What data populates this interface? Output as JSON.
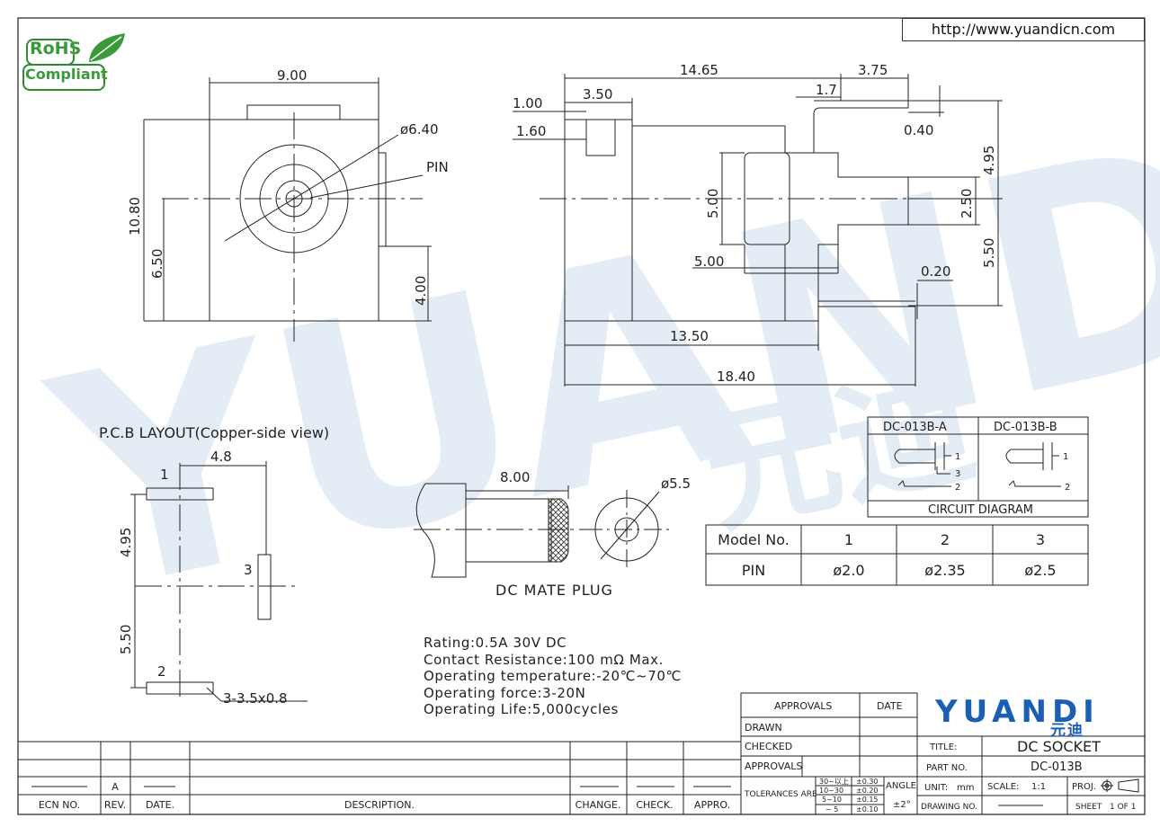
{
  "website": "http://www.yuandicn.com",
  "rohs": {
    "line1": "RoHS",
    "line2": "Compliant"
  },
  "watermark": {
    "text": "YUANDI",
    "cn": "元迪"
  },
  "front_view": {
    "dim_width": "9.00",
    "dim_height": "10.80",
    "dim_center_h": "6.50",
    "dim_side": "4.00",
    "dim_diameter": "ø6.40",
    "pin_label": "PIN"
  },
  "side_view": {
    "dim_length": "14.65",
    "dim_tail": "3.75",
    "dim_1_00": "1.00",
    "dim_3_50": "3.50",
    "dim_1_60": "1.60",
    "dim_1_7": "1.7",
    "dim_0_40": "0.40",
    "dim_4_95": "4.95",
    "dim_5_00_v": "5.00",
    "dim_2_50": "2.50",
    "dim_5_50": "5.50",
    "dim_5_00_h": "5.00",
    "dim_0_20": "0.20",
    "dim_13_50": "13.50",
    "dim_18_40": "18.40"
  },
  "pcb_layout": {
    "title": "P.C.B LAYOUT(Copper-side view)",
    "dim_4_8": "4.8",
    "dim_4_95": "4.95",
    "dim_5_50": "5.50",
    "pad1": "1",
    "pad2": "2",
    "pad3": "3",
    "hole_note": "3-3.5x0.8"
  },
  "mate_plug": {
    "title": "DC MATE PLUG",
    "dim_length": "8.00",
    "dim_diameter": "ø5.5"
  },
  "circuit_diagram": {
    "title": "CIRCUIT DIAGRAM",
    "model_a": "DC-013B-A",
    "model_b": "DC-013B-B",
    "pin1": "1",
    "pin2": "2",
    "pin3": "3"
  },
  "pin_table": {
    "headers": [
      "Model No.",
      "1",
      "2",
      "3"
    ],
    "rows": [
      [
        "PIN",
        "ø2.0",
        "ø2.35",
        "ø2.5"
      ]
    ]
  },
  "specs": [
    "Rating:0.5A 30V DC",
    "Contact Resistance:100 mΩ Max.",
    "Operating temperature:-20℃~70℃",
    "Operating force:3-20N",
    "Operating Life:5,000cycles"
  ],
  "title_block": {
    "approvals": "APPROVALS",
    "date": "DATE",
    "drawn": "DRAWN",
    "checked": "CHECKED",
    "approvals2": "APPROVALS",
    "tolerances": "TOLERANCES ARE",
    "tol_ranges": [
      "30~以上",
      "10~30",
      "5~10",
      "~ 5"
    ],
    "tol_values": [
      "±0.30",
      "±0.20",
      "±0.15",
      "±0.10"
    ],
    "angle": "ANGLE",
    "angle_val": "±2°",
    "logo": "YUANDI",
    "logo_cn": "元迪",
    "title_label": "TITLE:",
    "title_value": "DC SOCKET",
    "part_label": "PART NO.",
    "part_value": "DC-013B",
    "unit_label": "UNIT:",
    "unit_value": "mm",
    "scale_label": "SCALE:",
    "scale_value": "1:1",
    "proj_label": "PROJ.",
    "drawing_label": "DRAWING NO.",
    "sheet_label": "SHEET",
    "sheet_value": "1 OF 1"
  },
  "revision_block": {
    "headers": [
      "ECN NO.",
      "REV.",
      "DATE.",
      "DESCRIPTION.",
      "CHANGE.",
      "CHECK.",
      "APPRO."
    ],
    "rev": "A"
  }
}
